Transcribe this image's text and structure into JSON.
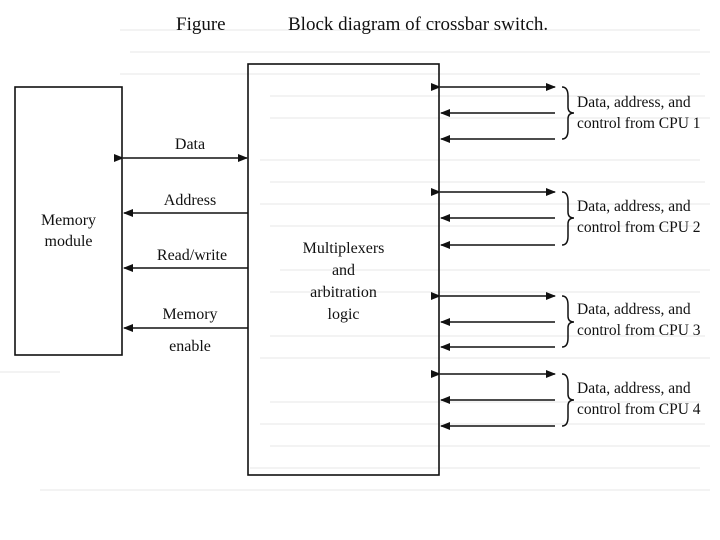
{
  "caption": {
    "figure_label": "Figure",
    "title": "Block diagram of crossbar switch."
  },
  "memory_module": {
    "line1": "Memory",
    "line2": "module"
  },
  "multiplexer": {
    "line1": "Multiplexers",
    "line2": "and",
    "line3": "arbitration",
    "line4": "logic"
  },
  "signals": {
    "data": "Data",
    "address": "Address",
    "read_write": "Read/write",
    "memory_enable_1": "Memory",
    "memory_enable_2": "enable"
  },
  "cpu_groups": [
    {
      "line1": "Data, address, and",
      "line2": "control from CPU 1"
    },
    {
      "line1": "Data, address, and",
      "line2": "control from CPU 2"
    },
    {
      "line1": "Data, address, and",
      "line2": "control from CPU 3"
    },
    {
      "line1": "Data, address, and",
      "line2": "control from CPU 4"
    }
  ],
  "colors": {
    "ink": "#111111",
    "paper": "#ffffff",
    "faint_text": "#e6e6e6"
  }
}
